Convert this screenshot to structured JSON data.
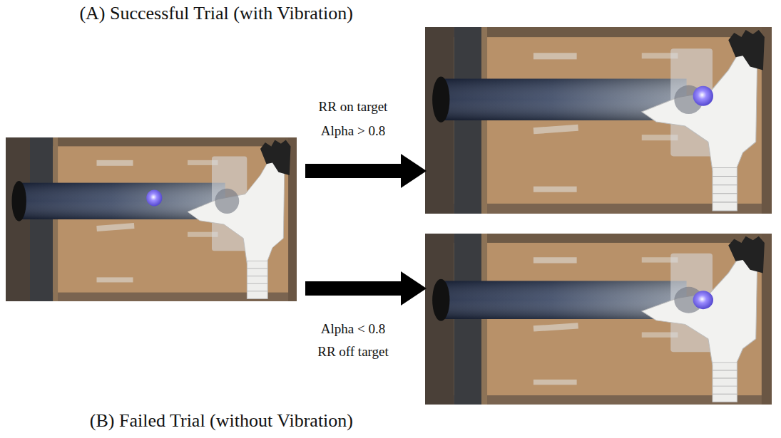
{
  "diagram": {
    "nodes": [
      {
        "text": [
          "(A) Successful Trial (with Vibration)"
        ]
      },
      {
        "text": [
          "(B) Failed Trial (without Vibration)"
        ]
      }
    ],
    "labels": [
      "RR on target",
      "Alpha > 0.8",
      "Alpha < 0.8",
      "RR off target"
    ]
  }
}
